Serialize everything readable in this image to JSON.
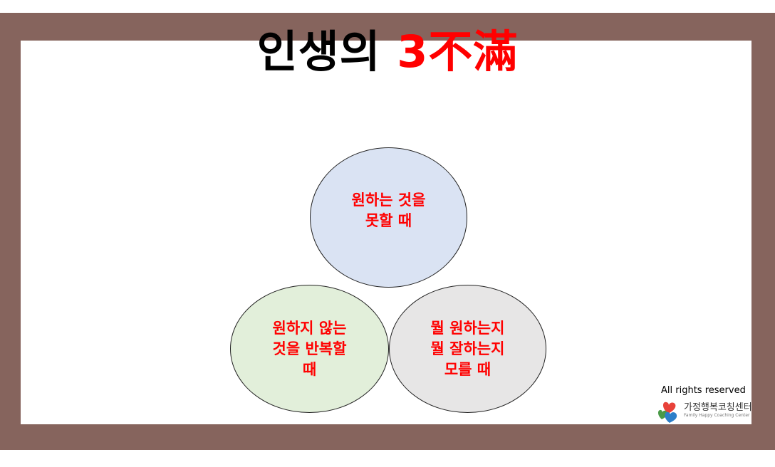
{
  "title": {
    "main": "인생의 ",
    "accent": "3不滿"
  },
  "circles": [
    {
      "lines": [
        "원하는 것을",
        "못할 때"
      ],
      "color": "#dae3f3"
    },
    {
      "lines": [
        "원하지 않는",
        "것을 반복할",
        "때"
      ],
      "color": "#e2efda"
    },
    {
      "lines": [
        "뭘 원하는지",
        "뭘 잘하는지",
        "모를 때"
      ],
      "color": "#e7e6e6"
    }
  ],
  "footer": {
    "rights": "All rights reserved",
    "logo_ko": "가정행복코칭센터",
    "logo_en": "Family Happy Coaching Center"
  },
  "colors": {
    "frame": "#86645d",
    "accent": "#ff0000"
  }
}
